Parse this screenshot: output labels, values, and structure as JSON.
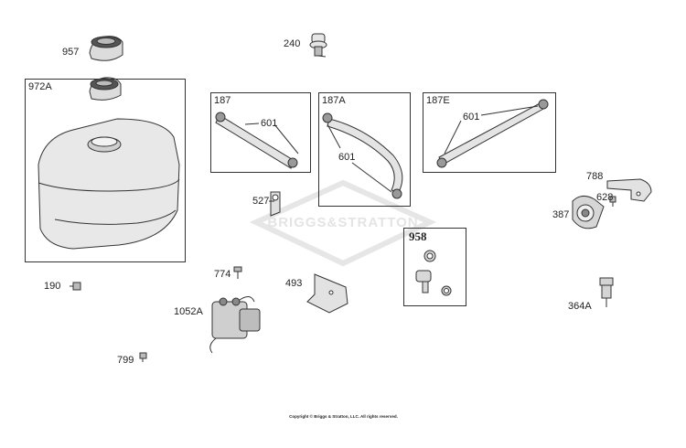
{
  "diagram": {
    "watermark": "BRIGGS&STRATTON",
    "copyright": "Copyright © Briggs & Stratton, LLC. All rights reserved.",
    "boxes": {
      "box_972A": "972A",
      "box_187": "187",
      "box_187A": "187A",
      "box_187E": "187E",
      "box_958": "958"
    },
    "callouts": {
      "p957": "957",
      "p240": "240",
      "p601_187": "601",
      "p601_187A": "601",
      "p601_187E": "601",
      "p788": "788",
      "p628": "628",
      "p387": "387",
      "p527": "527",
      "p190": "190",
      "p774": "774",
      "p493": "493",
      "p1052A": "1052A",
      "p364A": "364A",
      "p799": "799"
    }
  }
}
